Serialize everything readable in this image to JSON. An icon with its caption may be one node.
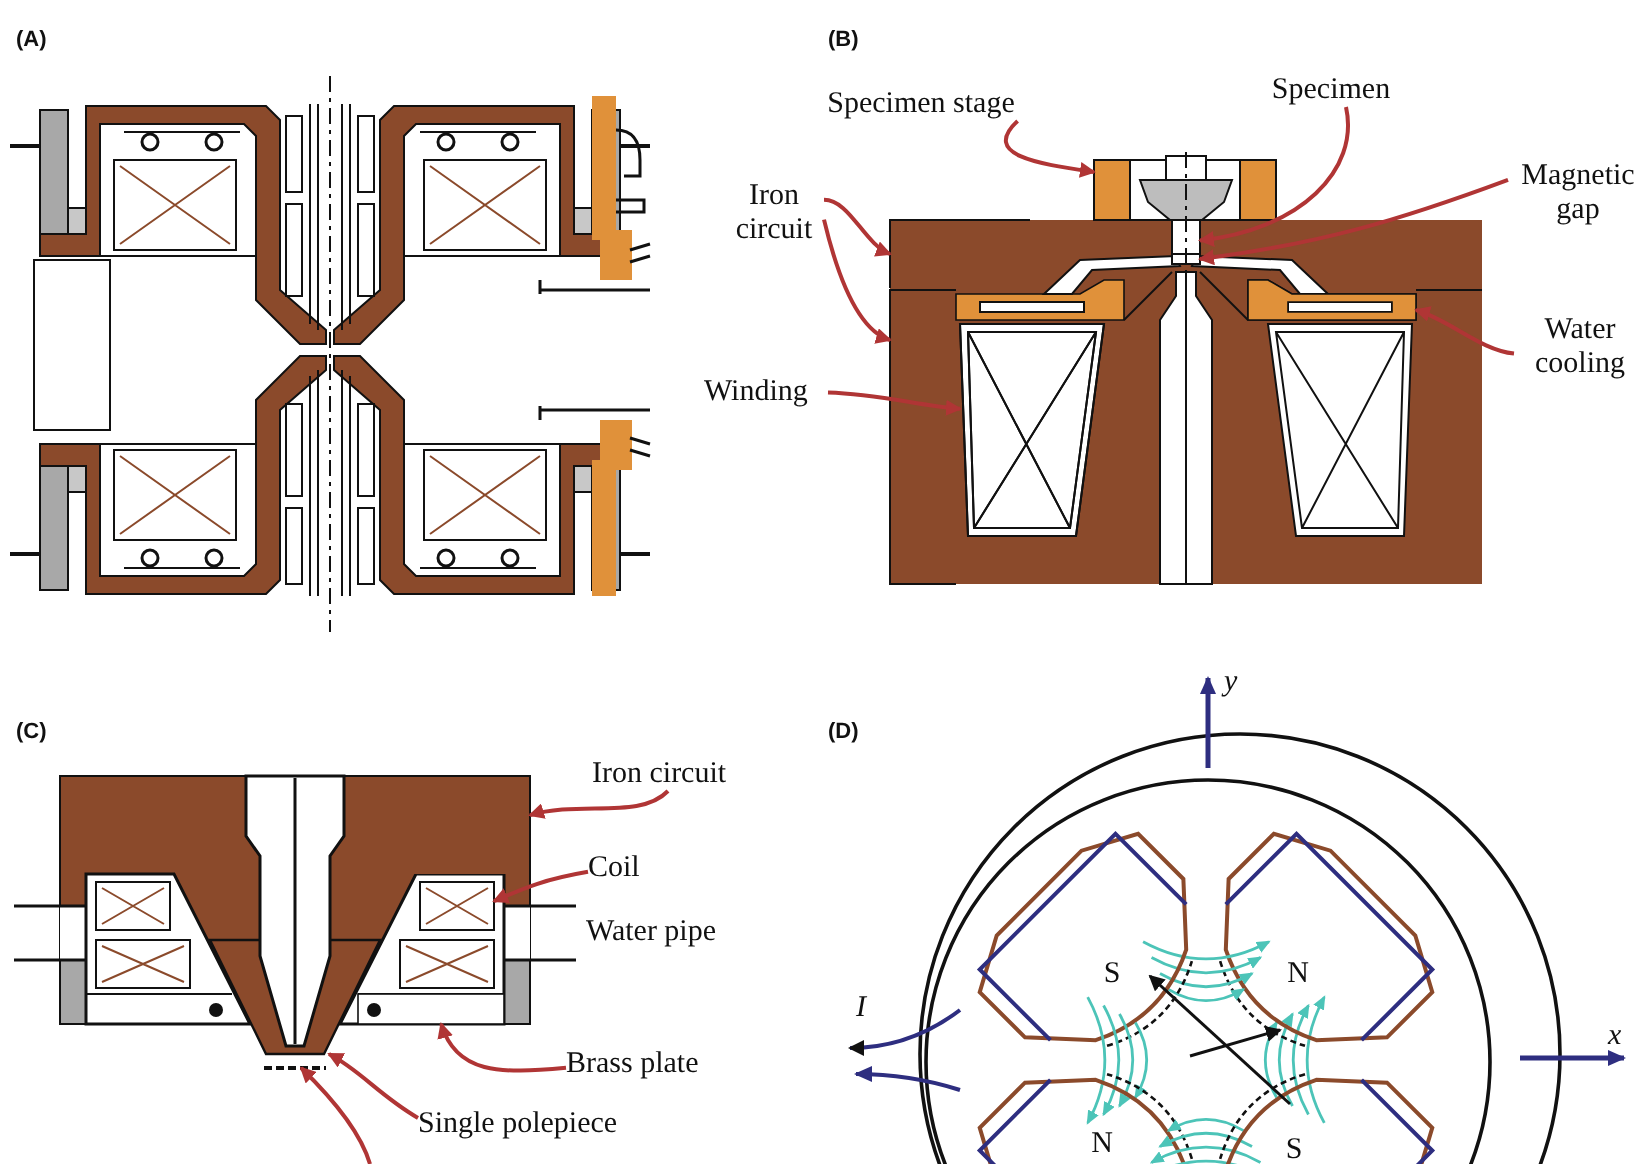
{
  "diagram": {
    "nodes": [
      {
        "text": [
          "Specimen stage"
        ]
      },
      {
        "text": [
          "Specimen"
        ]
      },
      {
        "text": [
          "Iron circuit"
        ]
      },
      {
        "text": [
          "Magnetic gap"
        ]
      },
      {
        "text": [
          "Winding"
        ]
      },
      {
        "text": [
          "Water cooling"
        ]
      },
      {
        "text": [
          "Iron circuit"
        ]
      },
      {
        "text": [
          "Coil"
        ]
      },
      {
        "text": [
          "Brass plate"
        ]
      },
      {
        "text": [
          "Single polepiece"
        ]
      },
      {
        "text": [],
        "shape": "box"
      },
      {
        "text": [],
        "shape": "box"
      },
      {
        "text": [],
        "shape": "box"
      },
      {
        "text": [],
        "shape": "box"
      },
      {
        "text": [],
        "shape": "box"
      },
      {
        "text": [],
        "shape": "box"
      },
      {
        "text": [],
        "shape": "bar"
      },
      {
        "text": [],
        "shape": "box"
      },
      {
        "text": [],
        "shape": "box"
      },
      {
        "text": [],
        "shape": "bar"
      },
      {
        "text": [],
        "shape": "cone"
      },
      {
        "text": [],
        "shape": "line"
      }
    ],
    "edges": [
      {
        "from": 0,
        "to": 10,
        "arrow": "to"
      },
      {
        "from": 1,
        "to": 11,
        "arrow": "to"
      },
      {
        "from": 2,
        "to": 12,
        "arrow": "to"
      },
      {
        "from": 2,
        "to": 13,
        "arrow": "to"
      },
      {
        "from": 3,
        "to": 14,
        "arrow": "to"
      },
      {
        "from": 4,
        "to": 15,
        "arrow": "to"
      },
      {
        "from": 5,
        "to": 16,
        "arrow": "to"
      },
      {
        "from": 6,
        "to": 17,
        "arrow": "to"
      },
      {
        "from": 7,
        "to": 18,
        "arrow": "to"
      },
      {
        "from": 8,
        "to": 19,
        "arrow": "to"
      },
      {
        "from": 9,
        "to": 20,
        "arrow": "to"
      },
      {
        "from": null,
        "to": 21,
        "arrow": "to"
      }
    ],
    "labels": [
      "(A)",
      "(B)",
      "(C)",
      "(D)",
      "Water pipe",
      "y",
      "x",
      "I",
      "S",
      "N",
      "N",
      "S"
    ]
  }
}
